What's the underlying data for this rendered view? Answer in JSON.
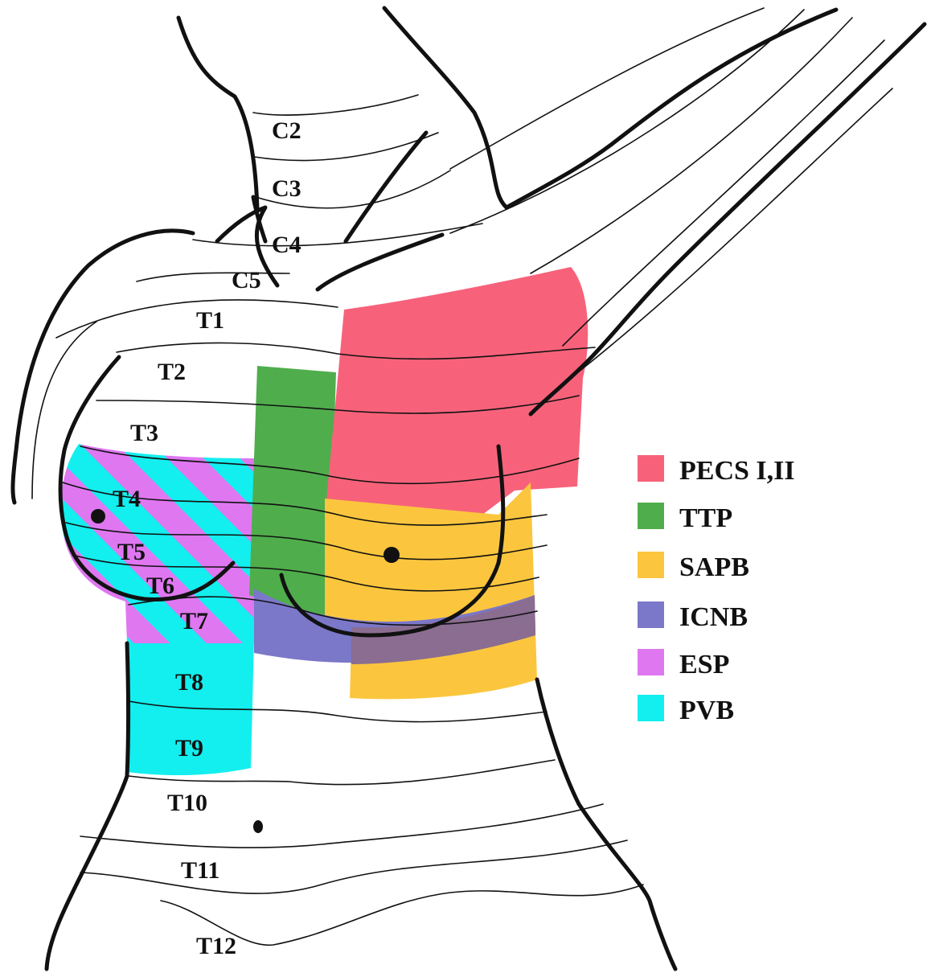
{
  "dermatome_labels": {
    "c2": "C2",
    "c3": "C3",
    "c4": "C4",
    "c5": "C5",
    "t1": "T1",
    "t2": "T2",
    "t3": "T3",
    "t4": "T4",
    "t5": "T5",
    "t6": "T6",
    "t7": "T7",
    "t8": "T8",
    "t9": "T9",
    "t10": "T10",
    "t11": "T11",
    "t12": "T12"
  },
  "legend": [
    {
      "label": "PECS I,II",
      "color": "#f7627a"
    },
    {
      "label": "TTP",
      "color": "#50ad4c"
    },
    {
      "label": "SAPB",
      "color": "#fbc63e"
    },
    {
      "label": "ICNB",
      "color": "#7b77c9"
    },
    {
      "label": "ESP",
      "color": "#df77f1"
    },
    {
      "label": "PVB",
      "color": "#13eeee"
    }
  ],
  "colors": {
    "pecs": "#f7627a",
    "ttp": "#50ad4c",
    "sapb": "#fbc63e",
    "icnb": "#7b77c9",
    "icnb_sapb_overlap": "#8a6d90",
    "esp": "#df77f1",
    "pvb": "#13eeee",
    "outline": "#111111"
  }
}
